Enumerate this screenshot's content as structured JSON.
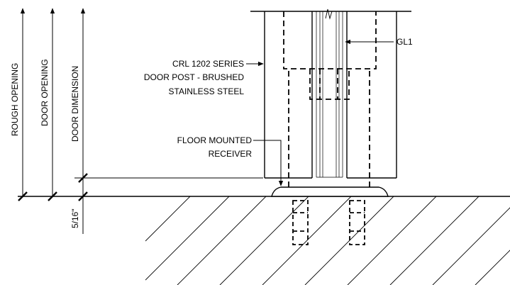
{
  "labels": {
    "rough_opening": "ROUGH OPENING",
    "door_opening": "DOOR OPENING",
    "door_dimension": "DOOR DIMENSION",
    "dim_5_16": "5/16\"",
    "gl1": "GL1",
    "door_post_line1": "CRL 1202 SERIES",
    "door_post_line2": "DOOR POST - BRUSHED",
    "door_post_line3": "STAINLESS STEEL",
    "receiver_line1": "FLOOR MOUNTED",
    "receiver_line2": "RECEIVER"
  },
  "colors": {
    "line": "#000000",
    "background": "#ffffff"
  }
}
